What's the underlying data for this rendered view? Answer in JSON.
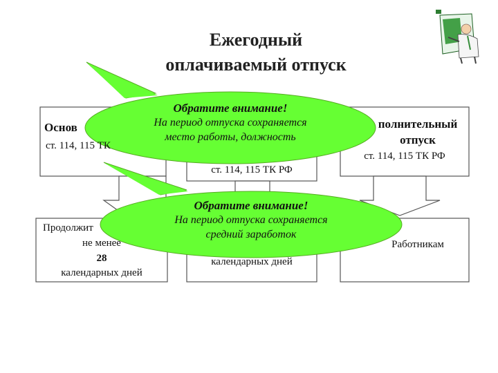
{
  "title": {
    "line1": "Ежегодный",
    "line2": "оплачиваемый отпуск"
  },
  "top_boxes": {
    "left": {
      "title": "Основ",
      "ref": "ст. 114, 115 ТК"
    },
    "middle": {
      "ref": "ст. 114, 115 ТК РФ"
    },
    "right": {
      "title_line1": "полнительный",
      "title_line2": "отпуск",
      "ref": "ст. 114, 115 ТК РФ"
    }
  },
  "bottom_boxes": {
    "left": {
      "line1": "Продолжит",
      "line2": "не менее",
      "number": "28",
      "line3": "календарных дней"
    },
    "middle": {
      "line1": "календарных дней"
    },
    "right": {
      "line1": "Работникам"
    }
  },
  "callouts": [
    {
      "heading": "Обратите внимание!",
      "line1": "На период отпуска сохраняется",
      "line2": "место работы, должность"
    },
    {
      "heading": "Обратите внимание!",
      "line1": "На период отпуска сохраняется",
      "line2": "средний заработок"
    }
  ],
  "colors": {
    "bubble_fill": "#66ff33",
    "bubble_stroke": "#55aa22",
    "box_stroke": "#555555",
    "arrow_fill": "#ffffff"
  },
  "icons": [
    "teacher-at-board-icon"
  ]
}
